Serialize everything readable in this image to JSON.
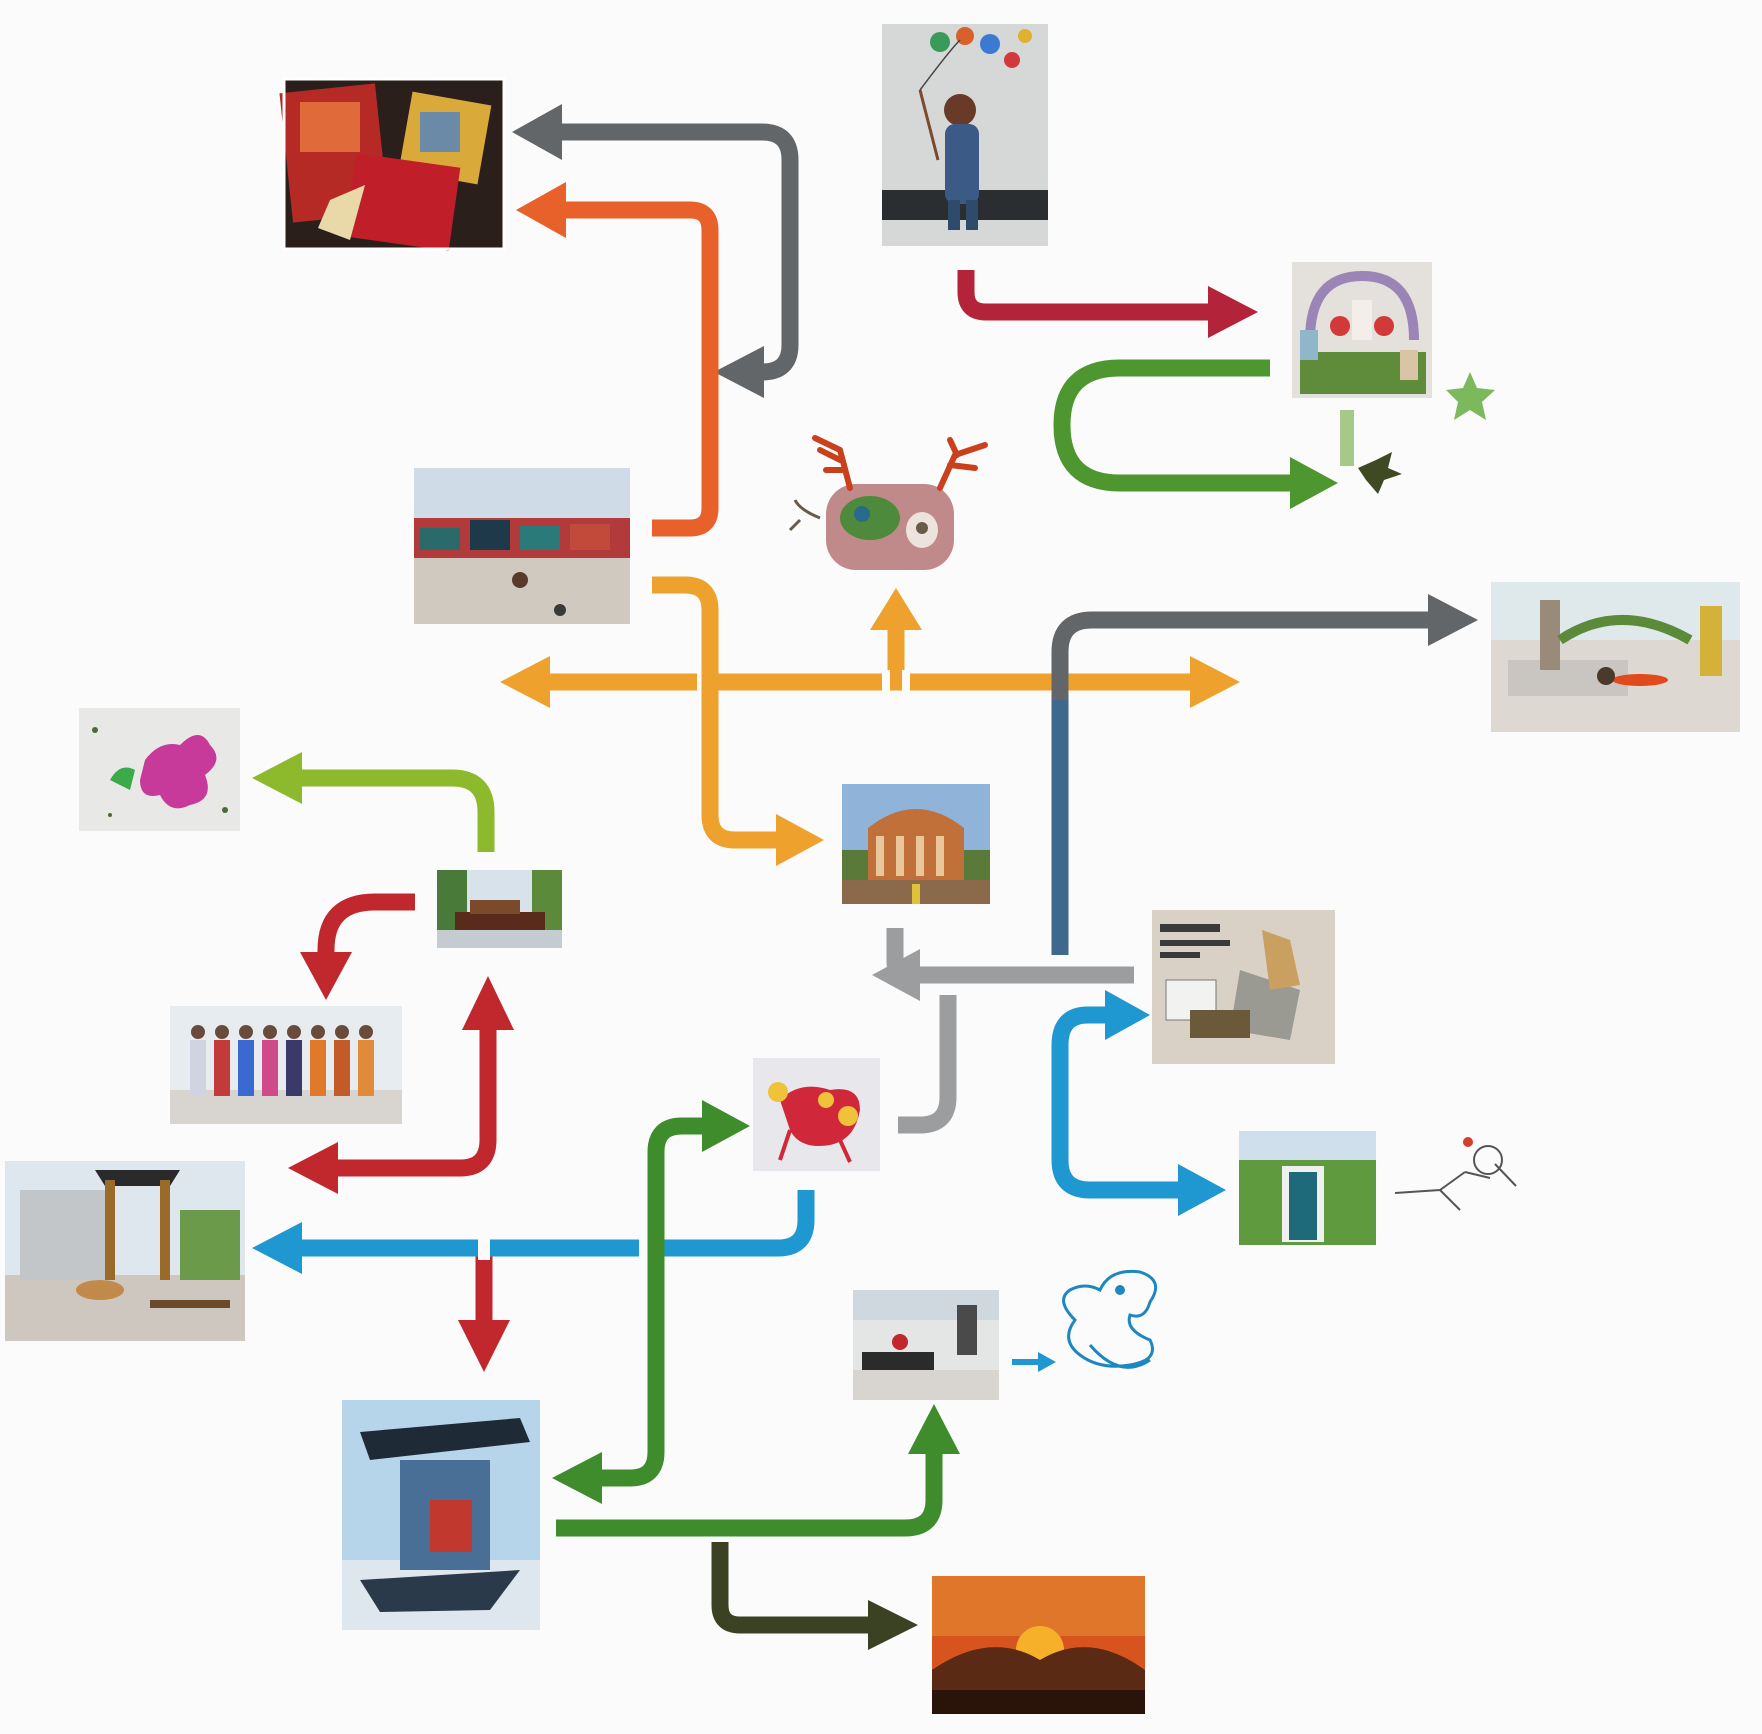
{
  "colors": {
    "background": "#fbfbfb",
    "gray": "#636668",
    "orange": "#e8602a",
    "crimson": "#b3243a",
    "green": "#4e962f",
    "yellow": "#eea12c",
    "slate": "#3d6a8c",
    "red": "#c0282e",
    "lime": "#8db92c",
    "silver": "#9c9d9f",
    "blue": "#1f97d0",
    "forest": "#3f8c2c",
    "dark_olive": "#3b4224"
  },
  "nodes": [
    {
      "id": "collage-squares",
      "kind": "photo",
      "icon": "fabric-collage-icon"
    },
    {
      "id": "kite-flyer",
      "kind": "photo",
      "icon": "person-kite-icon"
    },
    {
      "id": "arch-gate",
      "kind": "photo",
      "icon": "painted-arch-icon"
    },
    {
      "id": "green-star",
      "kind": "glyph",
      "icon": "star-icon"
    },
    {
      "id": "olive-blob",
      "kind": "glyph",
      "icon": "blob-icon"
    },
    {
      "id": "antler-creature",
      "kind": "glyph",
      "icon": "antler-creature-icon"
    },
    {
      "id": "market-square",
      "kind": "photo",
      "icon": "market-icon"
    },
    {
      "id": "plaza-sculpture",
      "kind": "photo",
      "icon": "plaza-icon"
    },
    {
      "id": "paint-splatter",
      "kind": "photo",
      "icon": "splatter-icon"
    },
    {
      "id": "rotunda",
      "kind": "photo",
      "icon": "rotunda-icon"
    },
    {
      "id": "boat",
      "kind": "photo",
      "icon": "boat-icon"
    },
    {
      "id": "group-portrait",
      "kind": "photo",
      "icon": "people-icon"
    },
    {
      "id": "workbench",
      "kind": "photo",
      "icon": "workbench-icon"
    },
    {
      "id": "red-cartoon",
      "kind": "photo",
      "icon": "cartoon-icon"
    },
    {
      "id": "pavilion",
      "kind": "photo",
      "icon": "pavilion-icon"
    },
    {
      "id": "green-door",
      "kind": "photo",
      "icon": "door-icon"
    },
    {
      "id": "sketch-figure",
      "kind": "glyph",
      "icon": "sketch-icon"
    },
    {
      "id": "beach-car",
      "kind": "photo",
      "icon": "beach-icon"
    },
    {
      "id": "blue-doodle",
      "kind": "glyph",
      "icon": "doodle-icon"
    },
    {
      "id": "shard-structure",
      "kind": "photo",
      "icon": "shard-icon"
    },
    {
      "id": "sunset",
      "kind": "photo",
      "icon": "sunset-icon"
    }
  ],
  "connectors": [
    {
      "id": "gray-loop",
      "color": "gray"
    },
    {
      "id": "orange-up",
      "color": "orange"
    },
    {
      "id": "crimson-right",
      "color": "crimson"
    },
    {
      "id": "green-u-turn",
      "color": "green"
    },
    {
      "id": "yellow-cross",
      "color": "yellow"
    },
    {
      "id": "yellow-down",
      "color": "yellow"
    },
    {
      "id": "slate-up-right",
      "color": "slate"
    },
    {
      "id": "lime-left",
      "color": "lime"
    },
    {
      "id": "red-cycle",
      "color": "red"
    },
    {
      "id": "silver-left",
      "color": "silver"
    },
    {
      "id": "blue-left",
      "color": "blue"
    },
    {
      "id": "blue-fork",
      "color": "blue"
    },
    {
      "id": "forest-up",
      "color": "forest"
    },
    {
      "id": "forest-right-up",
      "color": "forest"
    },
    {
      "id": "dark-olive-down",
      "color": "dark_olive"
    }
  ]
}
